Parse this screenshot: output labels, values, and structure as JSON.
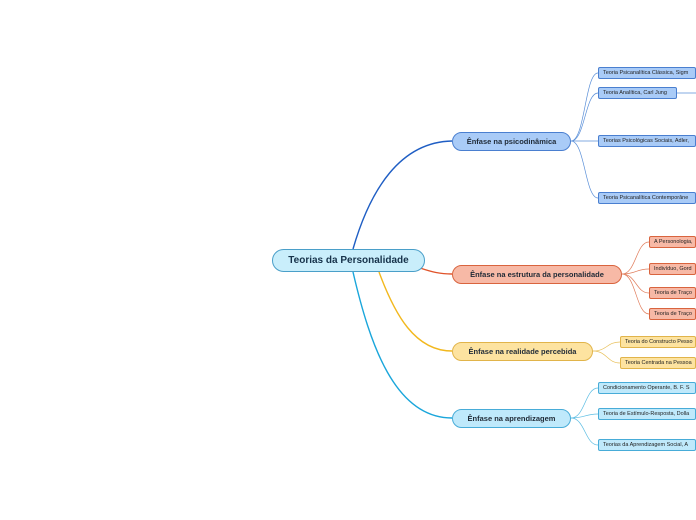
{
  "root": {
    "label": "Teorias da Personalidade"
  },
  "colors": {
    "blue": "#1f5ec4",
    "red": "#e0532a",
    "yellow": "#f2b81e",
    "cyan": "#1aa6db"
  },
  "branches": [
    {
      "label": "Ênfase na psicodinâmica",
      "leaves": [
        "Teoria Psicanalítica Clássica, Sigm",
        "Teoria Analítica, Carl Jung",
        "Teorias Psicológicas Sociais, Adler,",
        "Teoria Psicanalítica Contemporâne"
      ]
    },
    {
      "label": "Ênfase na estrutura da personalidade",
      "leaves": [
        "A Personologia,",
        "Indivíduo, Gord",
        "Teoria de Traço",
        "Teoria de Traço"
      ]
    },
    {
      "label": "Ênfase na realidade percebida",
      "leaves": [
        "Teoria do Constructo Pesso",
        "Teoria Centrada na Pessoa"
      ]
    },
    {
      "label": "Ênfase na aprendizagem",
      "leaves": [
        "Condicionamento Operante, B. F. S",
        "Teoria de Estímulo-Resposta, Dolla",
        "Teorias da Aprendizagem Social, A"
      ]
    }
  ]
}
